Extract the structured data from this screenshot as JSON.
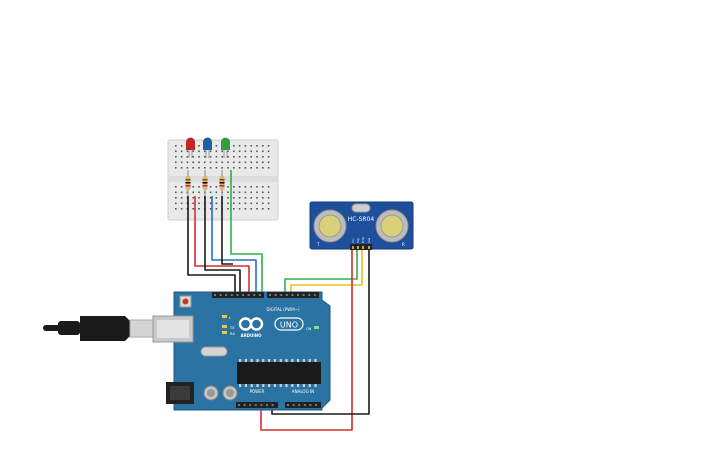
{
  "sensor": {
    "model": "HC-SR04",
    "left_mark": "T",
    "right_mark": "R",
    "pins": [
      "Vcc",
      "Trig",
      "Echo",
      "Gnd"
    ]
  },
  "arduino": {
    "logo_text": "ARDUINO",
    "model_text": "UNO",
    "digital_label": "DIGITAL (PWM~)",
    "power_label": "POWER",
    "analog_label": "ANALOG IN",
    "on_label": "ON",
    "tx_label": "TX",
    "rx_label": "RX",
    "l_label": "L"
  },
  "leds": [
    {
      "color": "#c0282b"
    },
    {
      "color": "#1f5fa3"
    },
    {
      "color": "#2e9e3f"
    }
  ],
  "wire_colors": {
    "red": "#d32f2f",
    "black": "#1a1a1a",
    "blue": "#1e73c8",
    "green": "#2fb24a",
    "yellow": "#e6c21a"
  }
}
